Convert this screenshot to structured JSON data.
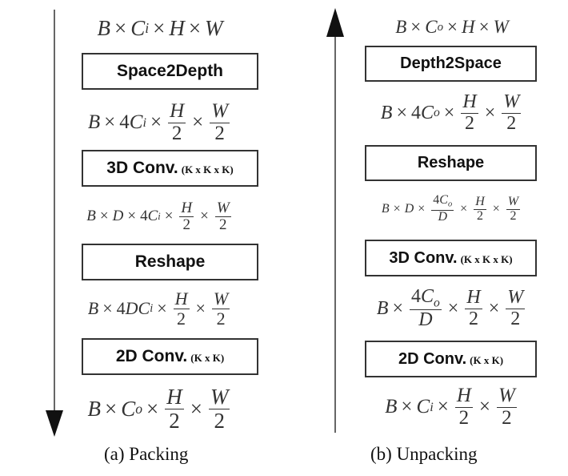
{
  "packing": {
    "caption": "(a) Packing",
    "boxes": [
      {
        "label": "Space2Depth",
        "kernel": ""
      },
      {
        "label": "3D Conv.",
        "kernel": "(K x K x K)"
      },
      {
        "label": "Reshape",
        "kernel": ""
      },
      {
        "label": "2D Conv.",
        "kernel": "(K x K)"
      }
    ],
    "shapes": [
      "B × C_i × H × W",
      "B × 4C_i × H/2 × W/2",
      "B × D × 4C_i × H/2 × W/2",
      "B × 4DC_i × H/2 × W/2",
      "B × C_o × H/2 × W/2"
    ],
    "symbols": {
      "times": "×",
      "B": "B",
      "H": "H",
      "W": "W",
      "D": "D",
      "two": "2",
      "Ci_base": "C",
      "Ci_sub": "i",
      "Co_base": "C",
      "Co_sub": "o",
      "four": "4",
      "fourD": "4D",
      "fourC": "4C"
    }
  },
  "unpacking": {
    "caption": "(b) Unpacking",
    "boxes": [
      {
        "label": "Depth2Space",
        "kernel": ""
      },
      {
        "label": "Reshape",
        "kernel": ""
      },
      {
        "label": "3D Conv.",
        "kernel": "(K x K x K)"
      },
      {
        "label": "2D Conv.",
        "kernel": "(K x K)"
      }
    ],
    "shapes": [
      "B × C_o × H × W",
      "B × 4C_o × H/2 × W/2",
      "B × D × 4C_o/D × H/2 × W/2",
      "B × 4C_o/D × H/2 × W/2",
      "B × C_i × H/2 × W/2"
    ]
  }
}
